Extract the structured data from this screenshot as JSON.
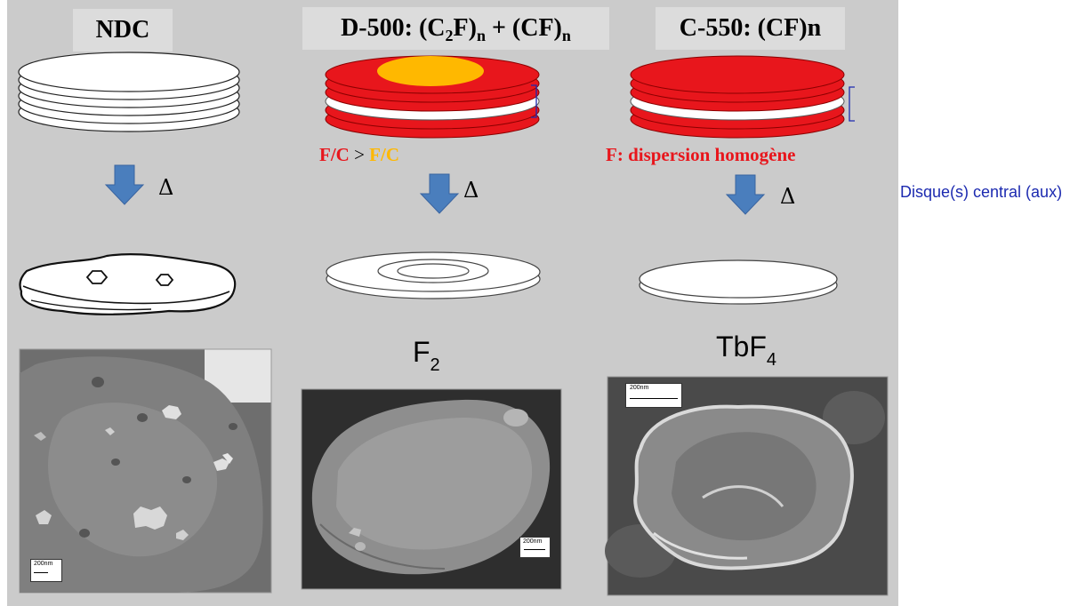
{
  "titles": {
    "ndc": "NDC",
    "d500_prefix": "D-500: (C",
    "d500_sub1": "2",
    "d500_mid": "F)",
    "d500_sub2": "n",
    "d500_mid2": " + (CF)",
    "d500_sub3": "n",
    "c550": "C-550: (CF)n"
  },
  "ratio_label": {
    "left": "F/C",
    "operator": " > ",
    "right": "F/C"
  },
  "dispersion_label": "F: dispersion homogène",
  "delta_symbol": "Δ",
  "reagents": {
    "f2_main": "F",
    "f2_sub": "2",
    "tbf4_main": "TbF",
    "tbf4_sub": "4"
  },
  "central_disk_annotation": "Disque(s) central (aux)",
  "scale_bars": {
    "left": "200nm",
    "middle": "200nm",
    "right": "200nm"
  },
  "colors": {
    "panel_bg": "#cbcbcb",
    "title_bg": "#dcdcdc",
    "fluorinated_red": "#e8161c",
    "core_orange": "#ffb800",
    "arrow_blue": "#4a7ebd",
    "annotation_blue": "#1c2ab0"
  }
}
